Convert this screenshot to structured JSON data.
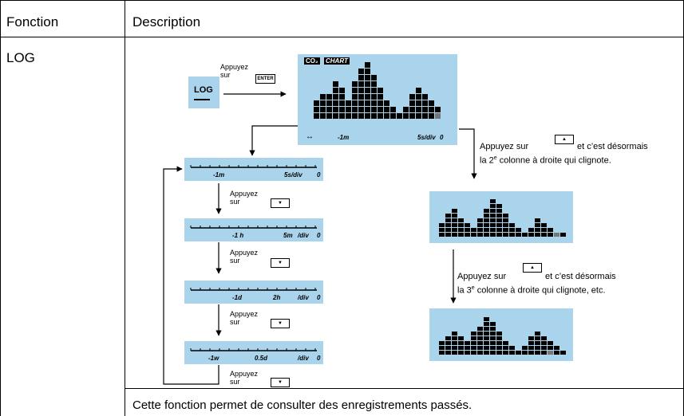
{
  "table": {
    "header_function": "Fonction",
    "header_description": "Description",
    "row_function": "LOG",
    "footer_text": "Cette fonction permet de consulter des enregistrements passés."
  },
  "diagram": {
    "press_on_1": "Appuyez",
    "press_on_2": "sur",
    "enter_key": "ENTER",
    "log_key": "LOG",
    "chart_title_co2": "CO₂",
    "chart_title_chart": "CHART",
    "main_scale_left": "-1m",
    "main_scale_right": "5s/div",
    "main_scale_zero": "0",
    "step_text_1": "Appuyez sur",
    "step_text_2_a": "et c’est désormais",
    "step_text_2_b": "la 2",
    "step_text_2_sup": "e",
    "step_text_2_c": " colonne à droite qui clignote.",
    "step_text_3_a": "et c’est désormais",
    "step_text_3_b": "la 3",
    "step_text_3_sup": "e",
    "step_text_3_c": " colonne à droite qui clignote, etc.",
    "scales": [
      {
        "left": "-1m",
        "mid": "",
        "right": "5s/div",
        "zero": "0"
      },
      {
        "left": "-1 h",
        "mid": "5m",
        "right": "/div",
        "zero": "0"
      },
      {
        "left": "-1d",
        "mid": "2h",
        "right": "/div",
        "zero": "0"
      },
      {
        "left": "-1w",
        "mid": "0.5d",
        "right": "/div",
        "zero": "0"
      }
    ]
  }
}
